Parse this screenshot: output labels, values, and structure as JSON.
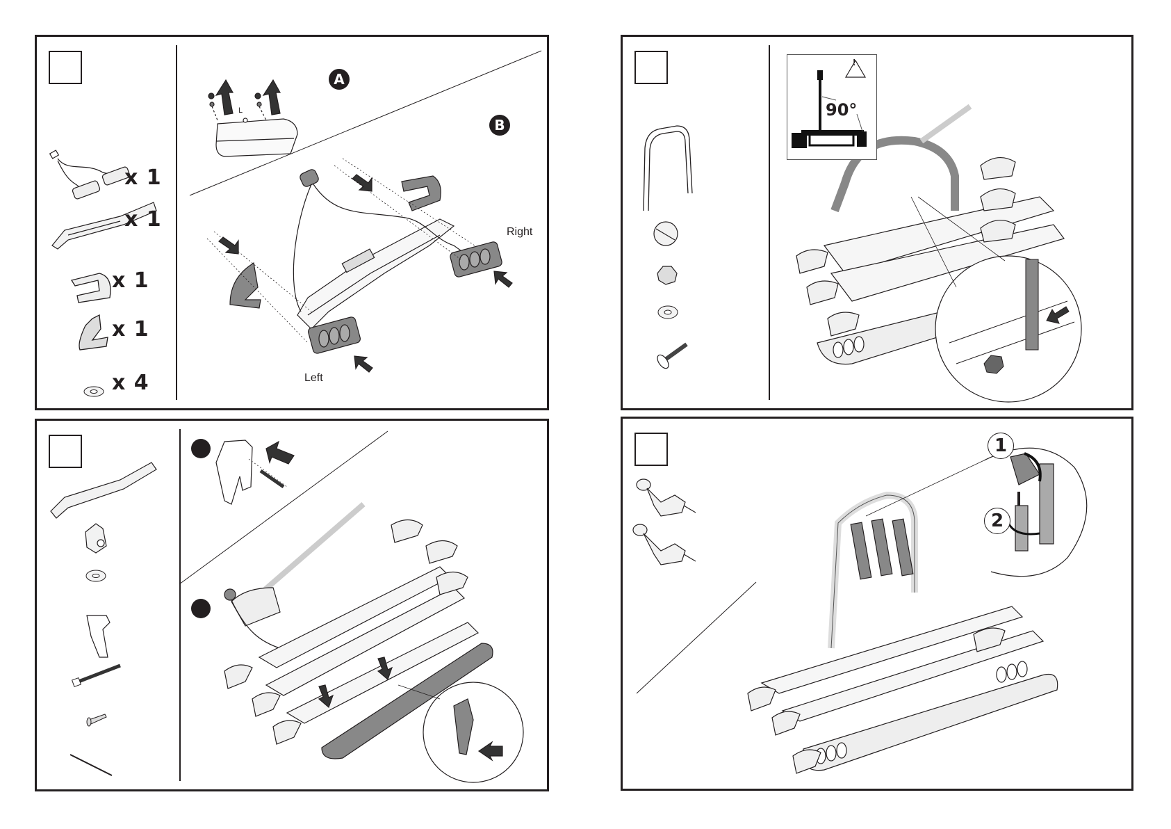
{
  "document": {
    "type": "assembly instructions",
    "subject": "towbar bike carrier"
  },
  "panels": [
    {
      "id": "step-lights",
      "step_number": "",
      "parts": [
        {
          "name": "light-harness-with-cable",
          "qty": "x 1"
        },
        {
          "name": "rear-light-bar",
          "qty": "x 1"
        },
        {
          "name": "end-cap-right",
          "qty": "x 1"
        },
        {
          "name": "end-cap-left",
          "qty": "x 1"
        },
        {
          "name": "washer",
          "qty": "x 4"
        }
      ],
      "callouts": {
        "a": "A",
        "b": "B"
      },
      "labels": {
        "light_letter": "L",
        "right": "Right",
        "left": "Left"
      }
    },
    {
      "id": "step-frame-bar",
      "step_number": "",
      "parts": [
        {
          "name": "u-frame-bar"
        },
        {
          "name": "rotary-knob-cap"
        },
        {
          "name": "star-knob"
        },
        {
          "name": "washer"
        },
        {
          "name": "carriage-bolt"
        }
      ],
      "warning": {
        "icon": "warning-triangle-icon",
        "symbol": "!",
        "angle": "90°"
      }
    },
    {
      "id": "step-light-bar-mount",
      "step_number": "",
      "parts": [
        {
          "name": "light-bar"
        },
        {
          "name": "clamp-knob"
        },
        {
          "name": "washer"
        },
        {
          "name": "mounting-bracket"
        },
        {
          "name": "hex-bolt"
        },
        {
          "name": "self-tapping-screw"
        },
        {
          "name": "cable-tie"
        }
      ],
      "sub_steps": [
        "",
        ""
      ]
    },
    {
      "id": "step-wheel-arms",
      "step_number": "",
      "parts": [
        {
          "name": "frame-holder-arm"
        },
        {
          "name": "frame-holder-arm"
        }
      ],
      "callouts": {
        "one": "1",
        "two": "2"
      }
    }
  ]
}
